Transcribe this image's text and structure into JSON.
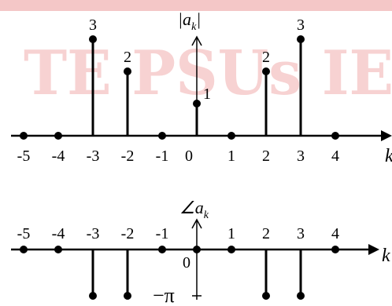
{
  "watermark": "TE PSUs IE",
  "chart_data": [
    {
      "type": "stem",
      "ylabel": "|a_k|",
      "ylabel_main": "|a",
      "ylabel_sub": "k",
      "ylabel_end": "|",
      "xlabel": "k",
      "x_ticks": [
        "-5",
        "-4",
        "-3",
        "-2",
        "-1",
        "0",
        "1",
        "2",
        "3",
        "4"
      ],
      "x": [
        -5,
        -4,
        -3,
        -2,
        -1,
        0,
        1,
        2,
        3,
        4
      ],
      "values": [
        0,
        0,
        3,
        2,
        0,
        1,
        0,
        2,
        3,
        0
      ],
      "value_labels": [
        "",
        "",
        "3",
        "2",
        "",
        "1",
        "",
        "2",
        "3",
        ""
      ],
      "ylim": [
        0,
        3.6
      ]
    },
    {
      "type": "stem",
      "ylabel": "∠a_k",
      "ylabel_main": "∠a",
      "ylabel_sub": "k",
      "xlabel": "k",
      "x_ticks": [
        "-5",
        "-4",
        "-3",
        "-2",
        "-1",
        "1",
        "2",
        "3",
        "4"
      ],
      "x": [
        -5,
        -4,
        -3,
        -2,
        -1,
        0,
        1,
        2,
        3,
        4
      ],
      "values": [
        "0",
        "0",
        "-π",
        "-π",
        "0",
        "0",
        "0",
        "-π",
        "-π",
        "0"
      ],
      "values_numeric_over_pi": [
        0,
        0,
        -1,
        -1,
        0,
        0,
        0,
        -1,
        -1,
        0
      ],
      "origin_label": "0",
      "y_tick_label": "−π"
    }
  ]
}
